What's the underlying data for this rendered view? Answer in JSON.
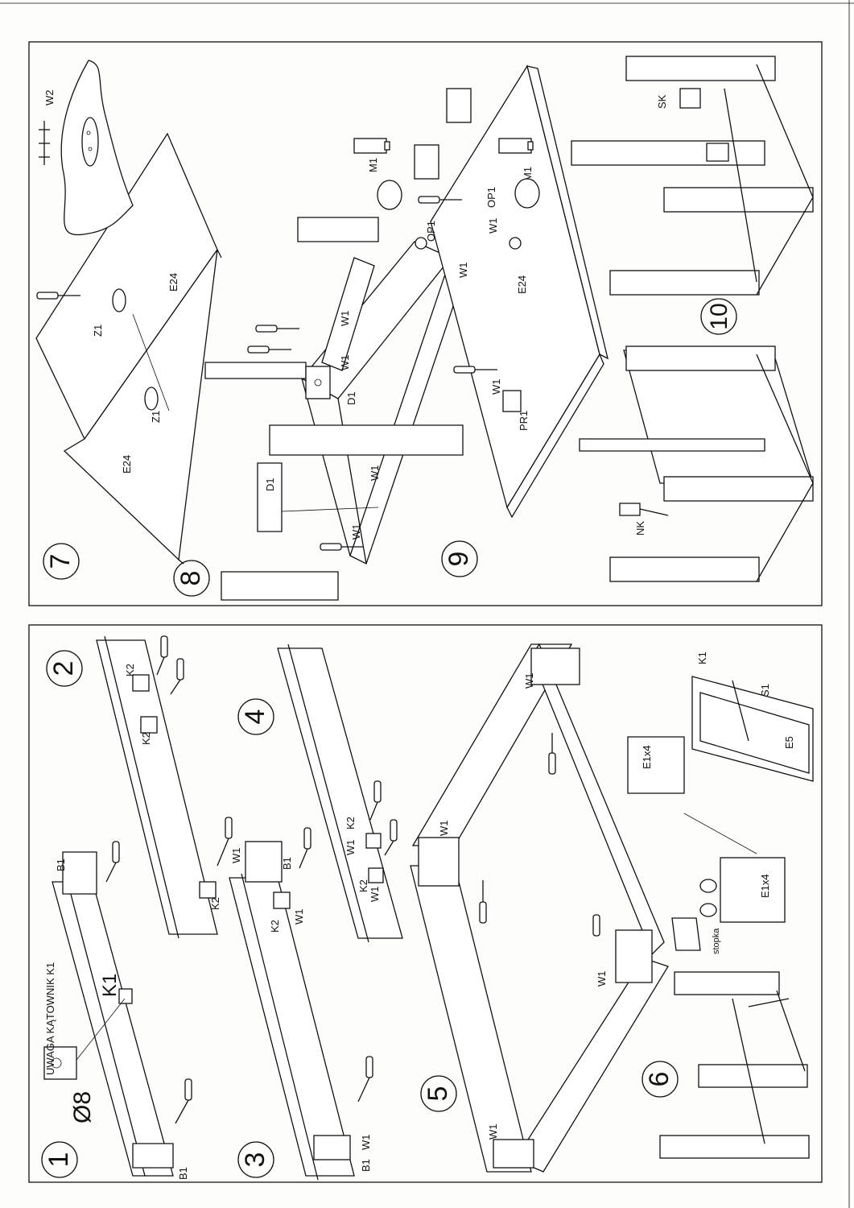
{
  "steps": {
    "s1": {
      "number": "1",
      "note": "UWAGA KĄTOWNIK K1",
      "diameter": "Ø8",
      "k1": "K1",
      "b1_top": "B1",
      "b1_bottom": "B1"
    },
    "s2": {
      "number": "2",
      "k2_a": "K2",
      "k2_b": "K2",
      "k2_c": "K2"
    },
    "s3": {
      "number": "3",
      "w1_top": "W1",
      "b1": "B1",
      "k2": "K2",
      "w1_mid": "W1",
      "w1_bottom": "W1",
      "b1_bottom": "B1"
    },
    "s4": {
      "number": "4",
      "w1_a": "W1",
      "k2_a": "K2",
      "k2_b": "K2",
      "w1_b": "W1"
    },
    "s5": {
      "number": "5",
      "w1_a": "W1",
      "w1_b": "W1",
      "w1_c": "W1",
      "w1_d": "W1"
    },
    "s6": {
      "number": "6",
      "e1x4_a": "E1x4",
      "e1x4_b": "E1x4",
      "e5": "E5",
      "k1": "K1",
      "s1": "S1",
      "stopka": "stopka"
    },
    "s7": {
      "number": "7",
      "w2": "W2",
      "z1_a": "Z1",
      "z1_b": "Z1",
      "e24_a": "E24",
      "e24_b": "E24"
    },
    "s8": {
      "number": "8",
      "w1_a": "W1",
      "w1_b": "W1",
      "w1_c": "W1",
      "w1_d": "W1",
      "d1_a": "D1",
      "d1_b": "D1"
    },
    "s9": {
      "number": "9",
      "m1_a": "M1",
      "m1_b": "M1",
      "op1_a": "OP1",
      "op1_b": "OP1",
      "w1_a": "W1",
      "w1_b": "W1",
      "w1_c": "W1",
      "e24": "E24",
      "pr1": "PR1"
    },
    "s10": {
      "number": "10",
      "nk": "NK",
      "sk": "SK"
    }
  }
}
